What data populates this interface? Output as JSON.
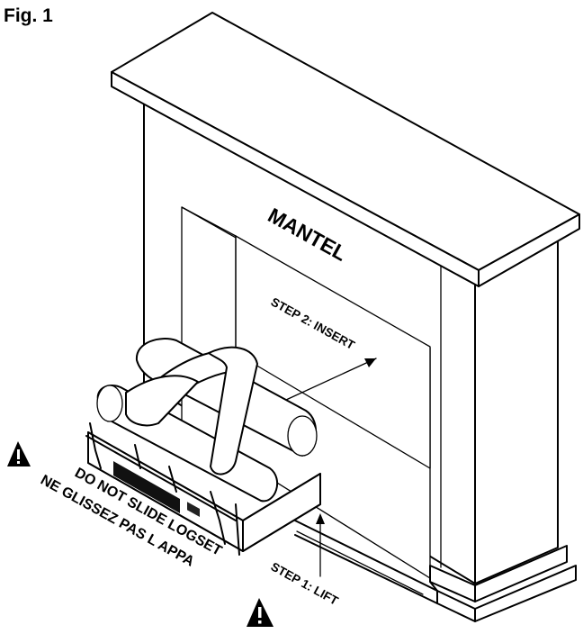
{
  "figure": {
    "label": "Fig. 1",
    "mantel_label": "MANTEL",
    "step2_label": "STEP 2: INSERT",
    "step1_label": "STEP 1: LIFT",
    "warning_line1": "DO NOT SLIDE LOGSET",
    "warning_line2": "NE GLISSEZ PAS L APPA",
    "warning_icon": "warning-triangle-icon",
    "line_color": "#000000",
    "background": "#ffffff"
  }
}
